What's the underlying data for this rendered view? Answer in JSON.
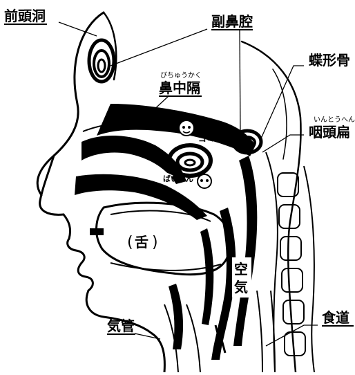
{
  "labels": {
    "frontal_sinus": "前頭洞",
    "paranasal_sinus": "副鼻腔",
    "sphenoid_sinus": "蝶形骨",
    "nasal_septum": "鼻中隔",
    "nasal_septum_ruby": "びちゅうかく",
    "adenoid": "咽頭扁",
    "adenoid_ruby": "いんとうへん",
    "dust": "ゴミ",
    "germs": "ばいきん",
    "tongue": "舌",
    "air_char1": "空",
    "air_char2": "気",
    "trachea": "気管",
    "esophagus": "食道"
  },
  "colors": {
    "ink": "#000000",
    "paper": "#ffffff"
  }
}
